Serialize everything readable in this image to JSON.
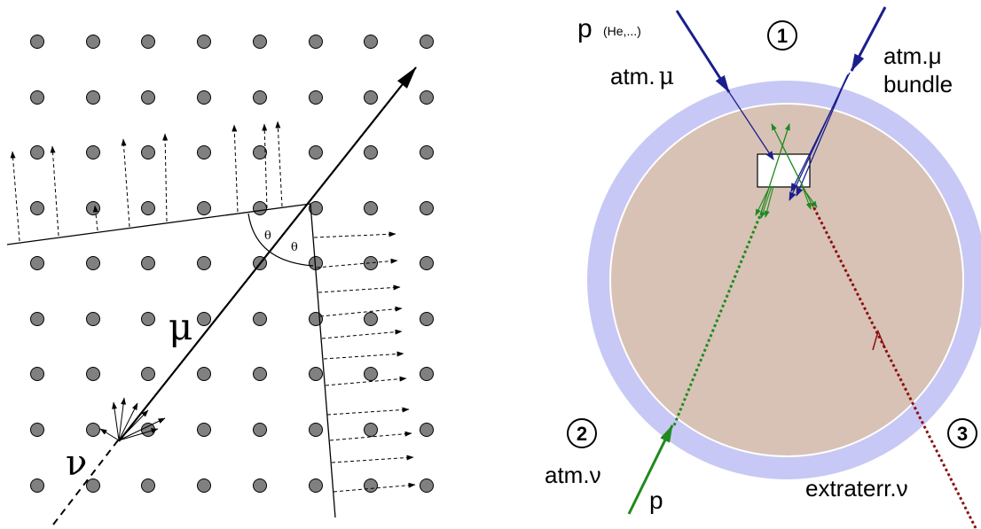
{
  "left_panel": {
    "label_mu": "μ",
    "label_nu": "ν",
    "label_theta_1": "θ",
    "label_theta_2": "θ"
  },
  "right_panel": {
    "label_p_top": "p",
    "label_he": "(He,...)",
    "label_atm_mu": "atm.",
    "label_atm_mu_sym": "μ",
    "label_bundle_1": "atm.μ",
    "label_bundle_2": "bundle",
    "marker_1": "1",
    "marker_2": "2",
    "marker_3": "3",
    "label_atm_nu": "atm.ν",
    "label_p_bottom": "p",
    "label_extraterr": "extraterr.ν"
  },
  "colors": {
    "dot_fill": "#808080",
    "shell": "#c8c8f6",
    "earth": "#d7c2b5",
    "blue": "#1a1f8c",
    "green": "#1f8a1f",
    "darkred": "#8b1010"
  }
}
